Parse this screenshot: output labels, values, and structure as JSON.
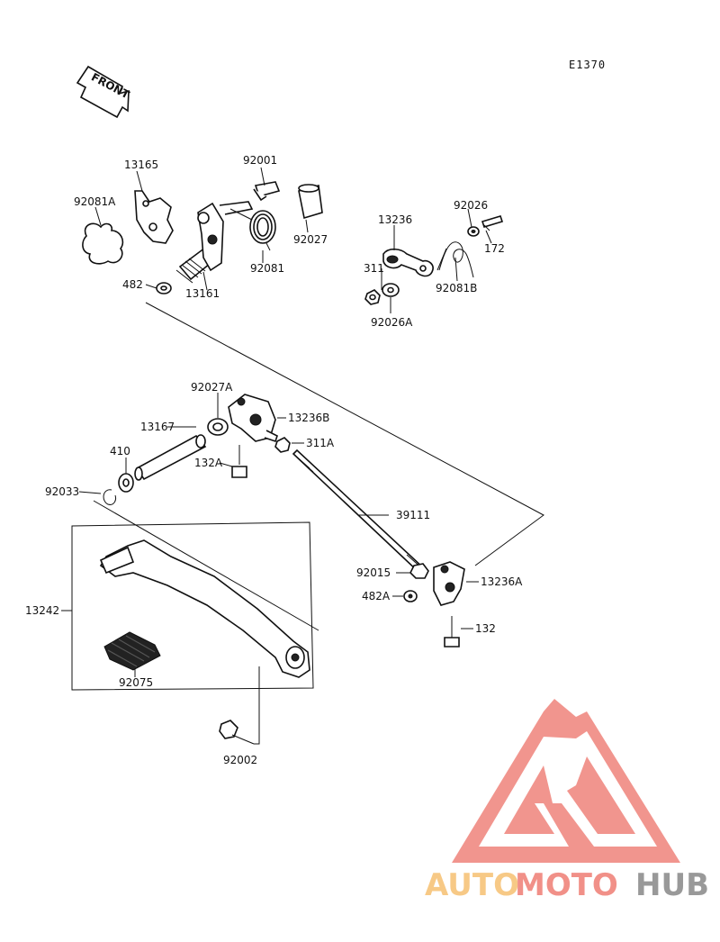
{
  "diagram_code": "E1370",
  "front_label": "FRONT",
  "parts": {
    "p13165": "13165",
    "p92001": "92001",
    "p92081A": "92081A",
    "p92027": "92027",
    "p92081": "92081",
    "p482": "482",
    "p13161": "13161",
    "p13236": "13236",
    "p92026": "92026",
    "p172": "172",
    "p311": "311",
    "p92081B": "92081B",
    "p92026A": "92026A",
    "p92027A": "92027A",
    "p13236B": "13236B",
    "p13167": "13167",
    "p311A": "311A",
    "p410": "410",
    "p132A": "132A",
    "p92033": "92033",
    "p39111": "39111",
    "p92015": "92015",
    "p13236A": "13236A",
    "p482A": "482A",
    "p13242": "13242",
    "p132": "132",
    "p92075": "92075",
    "p92002": "92002"
  },
  "watermark": {
    "auto": "AUTO",
    "moto": "MOTO",
    "hub": "HUB",
    "red": "#f08a82",
    "orange": "#f7c47a",
    "gray": "#8f8f8f"
  }
}
